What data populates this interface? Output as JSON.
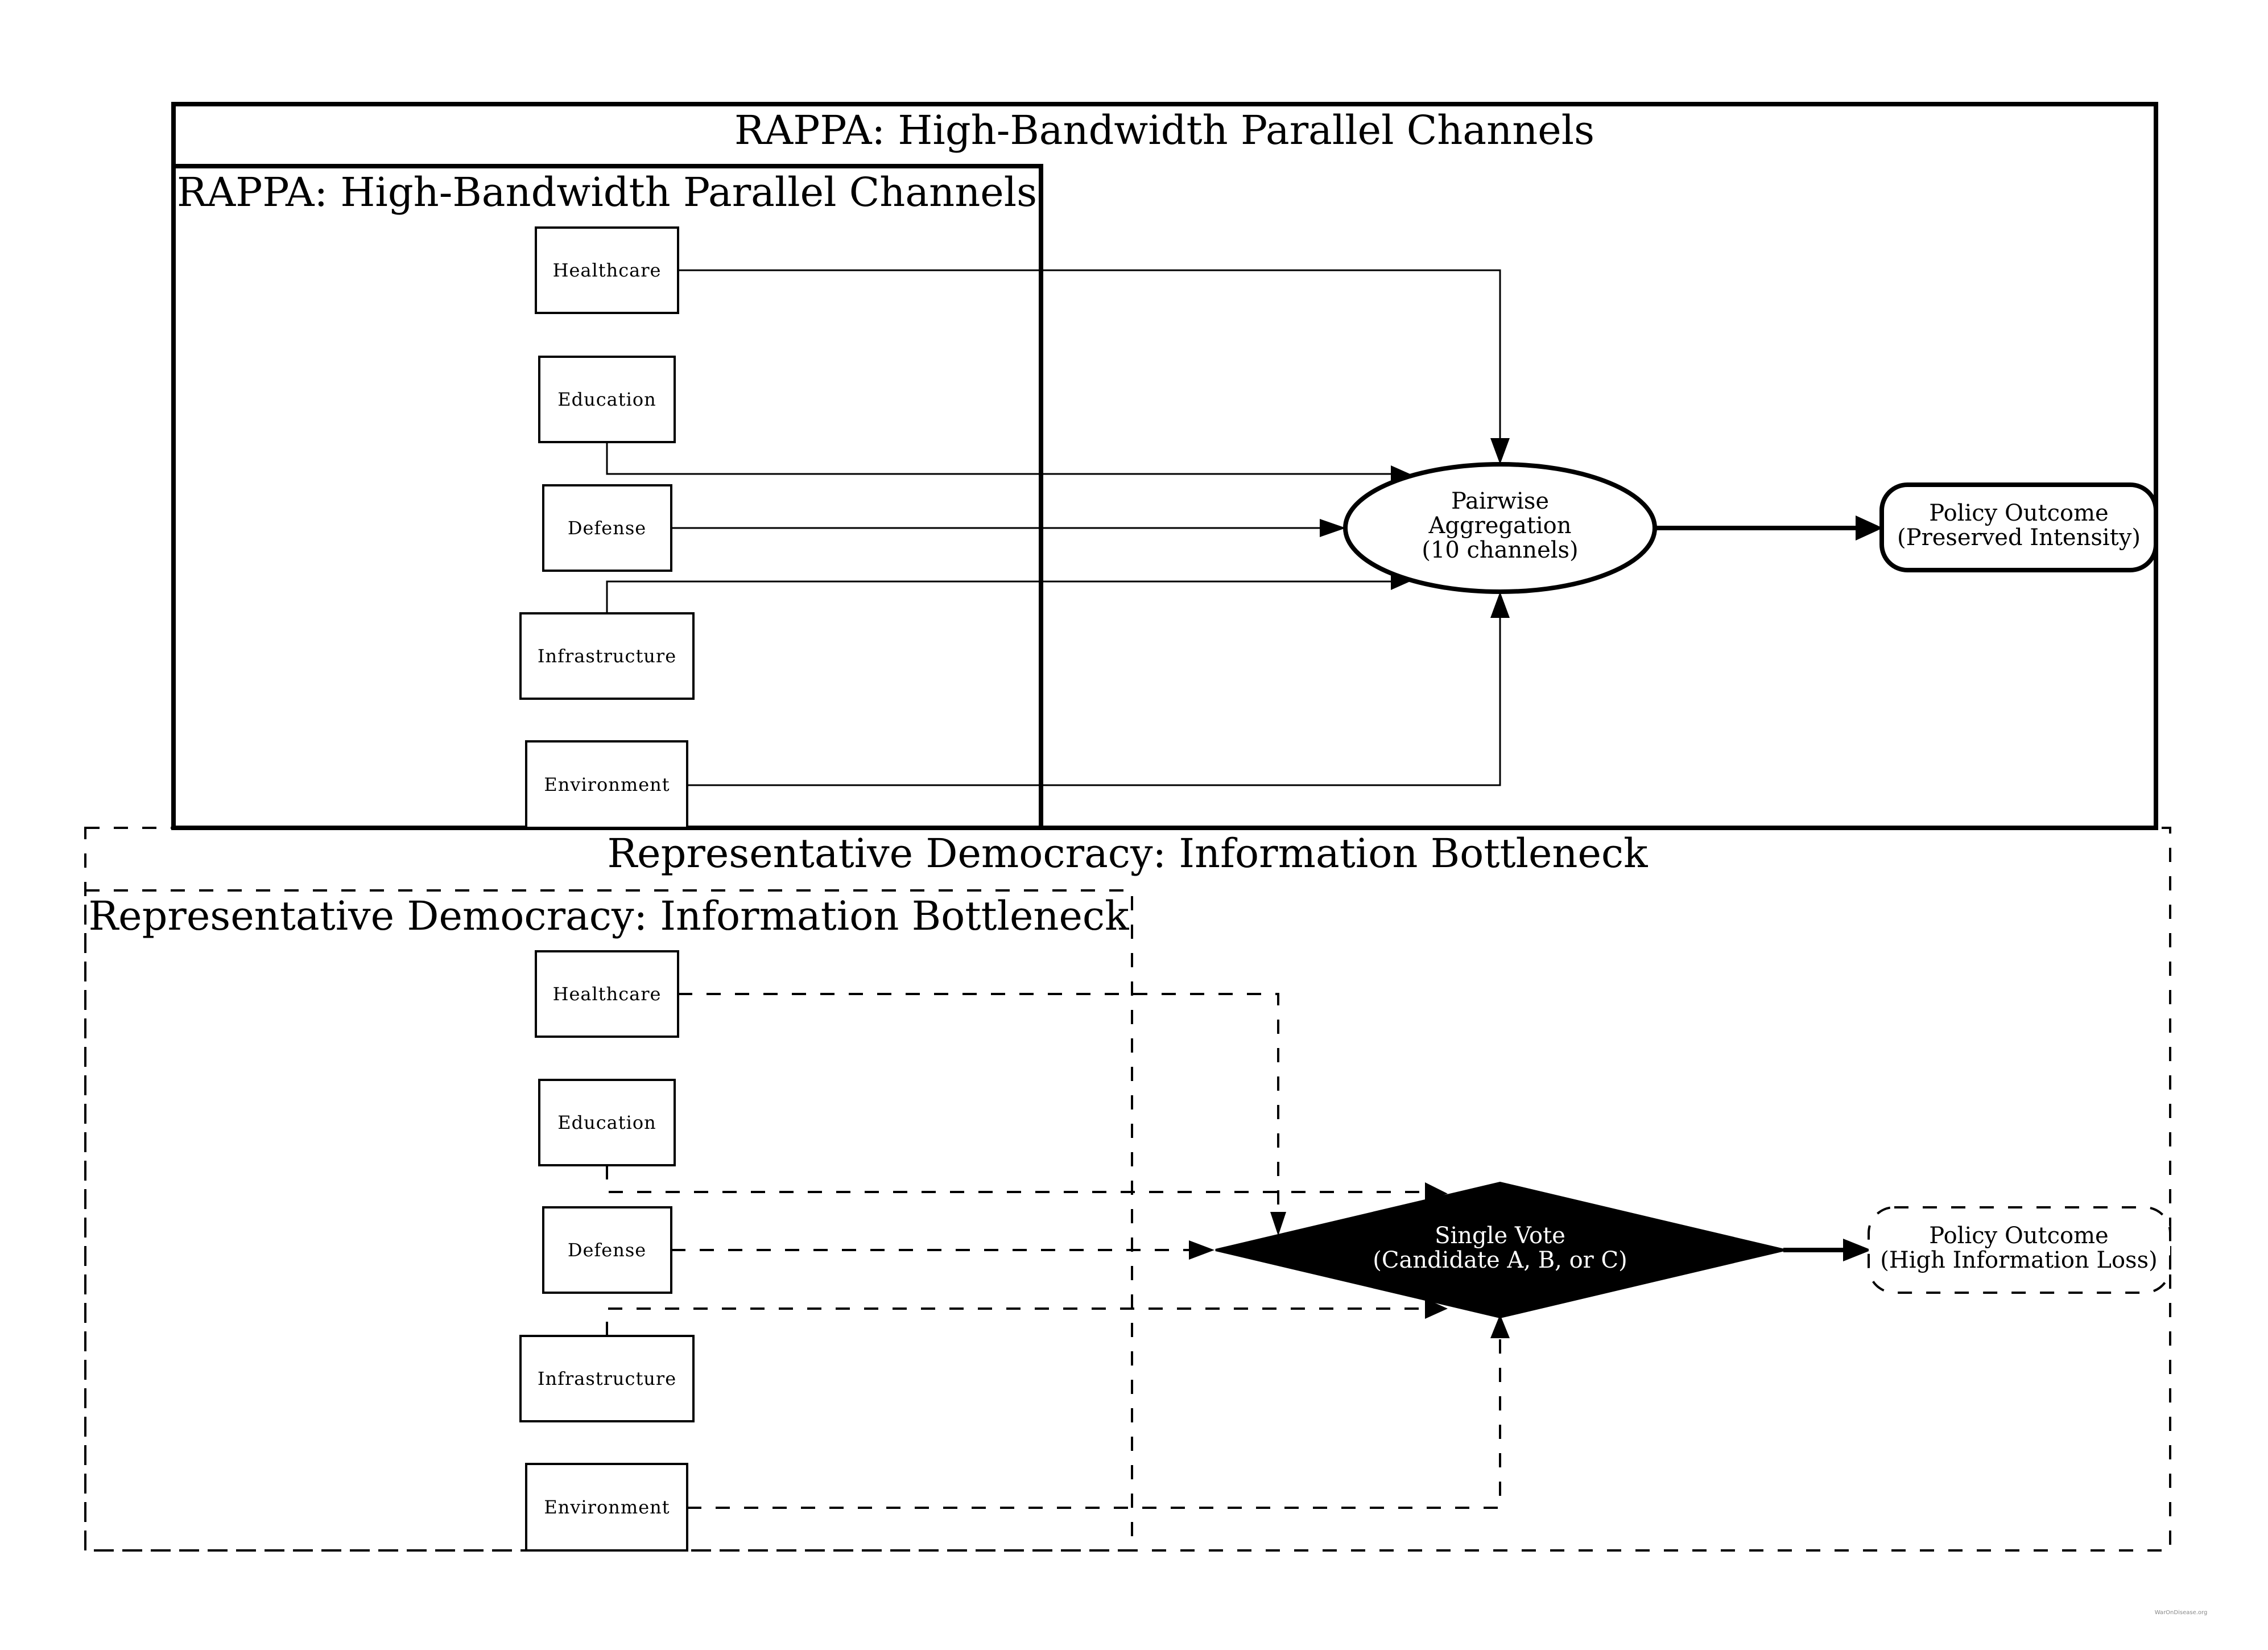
{
  "diagram": {
    "rappa": {
      "outer_title": "RAPPA: High-Bandwidth Parallel Channels",
      "inner_title": "RAPPA: High-Bandwidth Parallel Channels",
      "border_style": "solid",
      "inputs": [
        "Healthcare",
        "Education",
        "Defense",
        "Infrastructure",
        "Environment"
      ],
      "aggregator": {
        "shape": "ellipse",
        "lines": [
          "Pairwise",
          "Aggregation",
          "(10 channels)"
        ]
      },
      "outcome": {
        "shape": "rounded-rect",
        "lines": [
          "Policy Outcome",
          "(Preserved Intensity)"
        ]
      },
      "edges": [
        {
          "from": "Healthcare",
          "to": "aggregator",
          "style": "solid"
        },
        {
          "from": "Education",
          "to": "aggregator",
          "style": "solid"
        },
        {
          "from": "Defense",
          "to": "aggregator",
          "style": "solid"
        },
        {
          "from": "Infrastructure",
          "to": "aggregator",
          "style": "solid"
        },
        {
          "from": "Environment",
          "to": "aggregator",
          "style": "solid"
        },
        {
          "from": "aggregator",
          "to": "outcome",
          "style": "bold"
        }
      ]
    },
    "representative": {
      "outer_title": "Representative Democracy: Information Bottleneck",
      "inner_title": "Representative Democracy: Information Bottleneck",
      "border_style": "dashed",
      "inputs": [
        "Healthcare",
        "Education",
        "Defense",
        "Infrastructure",
        "Environment"
      ],
      "aggregator": {
        "shape": "diamond",
        "fill": "#000000",
        "text_color": "#ffffff",
        "lines": [
          "Single Vote",
          "(Candidate A, B, or C)"
        ]
      },
      "outcome": {
        "shape": "rounded-rect-dashed",
        "lines": [
          "Policy Outcome",
          "(High Information Loss)"
        ]
      },
      "edges": [
        {
          "from": "Healthcare",
          "to": "aggregator",
          "style": "dashed"
        },
        {
          "from": "Education",
          "to": "aggregator",
          "style": "dashed"
        },
        {
          "from": "Defense",
          "to": "aggregator",
          "style": "dashed"
        },
        {
          "from": "Infrastructure",
          "to": "aggregator",
          "style": "dashed"
        },
        {
          "from": "Environment",
          "to": "aggregator",
          "style": "dashed"
        },
        {
          "from": "aggregator",
          "to": "outcome",
          "style": "bold"
        }
      ]
    },
    "watermark": "WarOnDisease.org"
  }
}
